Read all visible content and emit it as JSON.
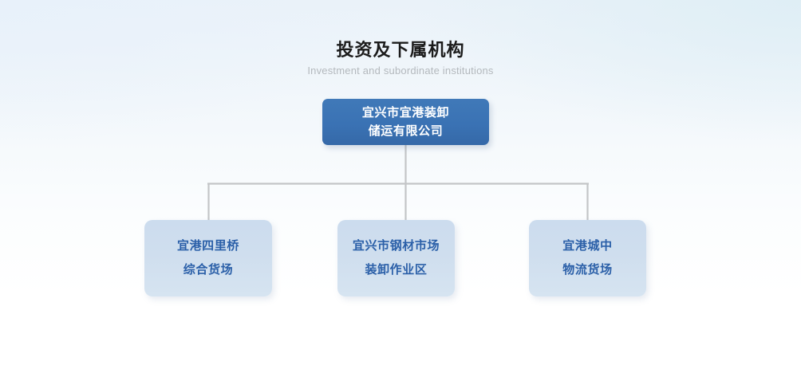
{
  "heading": {
    "title": "投资及下属机构",
    "subtitle": "Investment and subordinate institutions"
  },
  "colors": {
    "root_fill": "#3a72b4",
    "root_text": "#ffffff",
    "child_fill": "#cddded",
    "child_text": "#2a5fa8",
    "connector": "#c3c5c7",
    "title_text": "#1b1b1b",
    "subtitle_text": "#b4b9bd",
    "background_top": "#eaf2f9",
    "background_bottom": "#ffffff"
  },
  "chart_data": {
    "type": "diagram",
    "diagram_type": "org-chart",
    "title": "投资及下属机构",
    "subtitle": "Investment and subordinate institutions",
    "orientation": "top-down",
    "levels": 2,
    "nodes": [
      {
        "id": "root",
        "level": 0,
        "lines": [
          "宜兴市宜港装卸",
          "储运有限公司"
        ],
        "fill": "#3a72b4",
        "text_color": "#ffffff"
      },
      {
        "id": "child-0",
        "level": 1,
        "parent": "root",
        "lines": [
          "宜港四里桥",
          "综合货场"
        ],
        "fill": "#cddded",
        "text_color": "#2a5fa8"
      },
      {
        "id": "child-1",
        "level": 1,
        "parent": "root",
        "lines": [
          "宜兴市钢材市场",
          "装卸作业区"
        ],
        "fill": "#cddded",
        "text_color": "#2a5fa8"
      },
      {
        "id": "child-2",
        "level": 1,
        "parent": "root",
        "lines": [
          "宜港城中",
          "物流货场"
        ],
        "fill": "#cddded",
        "text_color": "#2a5fa8"
      }
    ],
    "edges": [
      {
        "from": "root",
        "to": "child-0"
      },
      {
        "from": "root",
        "to": "child-1"
      },
      {
        "from": "root",
        "to": "child-2"
      }
    ]
  },
  "tree": {
    "root": {
      "line1": "宜兴市宜港装卸",
      "line2": "储运有限公司"
    },
    "children": [
      {
        "line1": "宜港四里桥",
        "line2": "综合货场"
      },
      {
        "line1": "宜兴市钢材市场",
        "line2": "装卸作业区"
      },
      {
        "line1": "宜港城中",
        "line2": "物流货场"
      }
    ]
  }
}
